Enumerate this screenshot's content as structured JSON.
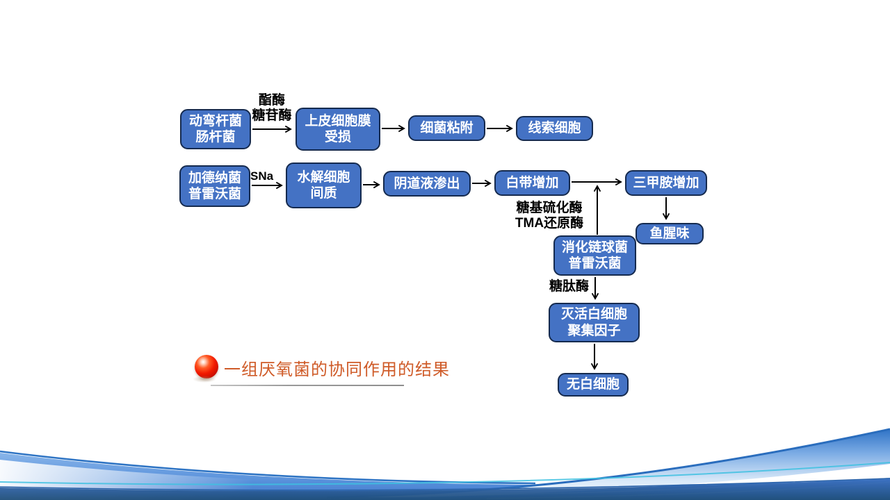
{
  "colors": {
    "bg": "#ffffff",
    "box_fill": "#4472c4",
    "box_border": "#152a4e",
    "box_text": "#ffffff",
    "arrow": "#000000",
    "footer_text": "#cf5b28",
    "underline_gray": "#9a9a9a",
    "wave_blue": "#3b7bd0",
    "wave_dark": "#1f4e79",
    "wave_cyan": "#3ec1e0"
  },
  "flowchart": {
    "row1": {
      "box_bacteria1": "动弯杆菌\n肠杆菌",
      "label_enzyme1": "酯酶\n糖苷酶",
      "box_membrane": "上皮细胞膜\n受损",
      "box_adhesion": "细菌粘附",
      "box_clue": "线索细胞"
    },
    "row2": {
      "box_bacteria2": "加德纳菌\n普雷沃菌",
      "label_sna": "SNa",
      "box_hydrolyze": "水解细胞\n间质",
      "box_exudate": "阴道液渗出",
      "box_leukorrhea": "白带增加",
      "box_tma": "三甲胺增加",
      "box_fishy": "鱼腥味"
    },
    "branch": {
      "label_enzyme2": "糖基硫化酶\nTMA还原酶",
      "box_bacteria3": "消化链球菌\n普雷沃菌",
      "label_enzyme3": "糖肽酶",
      "box_inactivate": "灭活白细胞\n聚集因子",
      "box_no_wbc": "无白细胞"
    }
  },
  "footer": {
    "bullet_text": "一组厌氧菌的协同作用的结果"
  }
}
